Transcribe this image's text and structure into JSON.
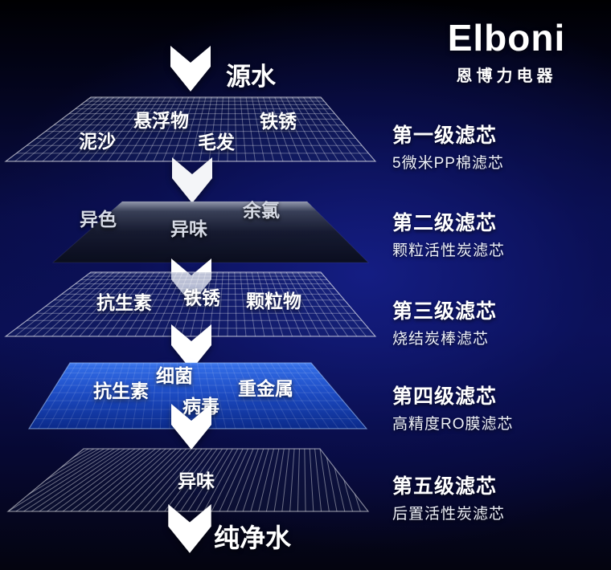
{
  "logo": {
    "brand": "Elboni",
    "company": "恩博力电器"
  },
  "flow": {
    "source_label": "源水",
    "output_label": "纯净水"
  },
  "stages": [
    {
      "title": "第一级滤芯",
      "subtitle": "5微米PP棉滤芯",
      "contaminants": [
        "泥沙",
        "悬浮物",
        "毛发",
        "铁锈"
      ]
    },
    {
      "title": "第二级滤芯",
      "subtitle": "颗粒活性炭滤芯",
      "contaminants": [
        "异色",
        "异味",
        "余氯"
      ]
    },
    {
      "title": "第三级滤芯",
      "subtitle": "烧结炭棒滤芯",
      "contaminants": [
        "抗生素",
        "铁锈",
        "颗粒物"
      ]
    },
    {
      "title": "第四级滤芯",
      "subtitle": "高精度RO膜滤芯",
      "contaminants": [
        "抗生素",
        "细菌",
        "病毒",
        "重金属"
      ]
    },
    {
      "title": "第五级滤芯",
      "subtitle": "后置活性炭滤芯",
      "contaminants": [
        "异味"
      ]
    }
  ],
  "colors": {
    "background_navy": "#0a1058",
    "ro_layer_blue": "#1d4cc4",
    "text_white": "#ffffff"
  }
}
